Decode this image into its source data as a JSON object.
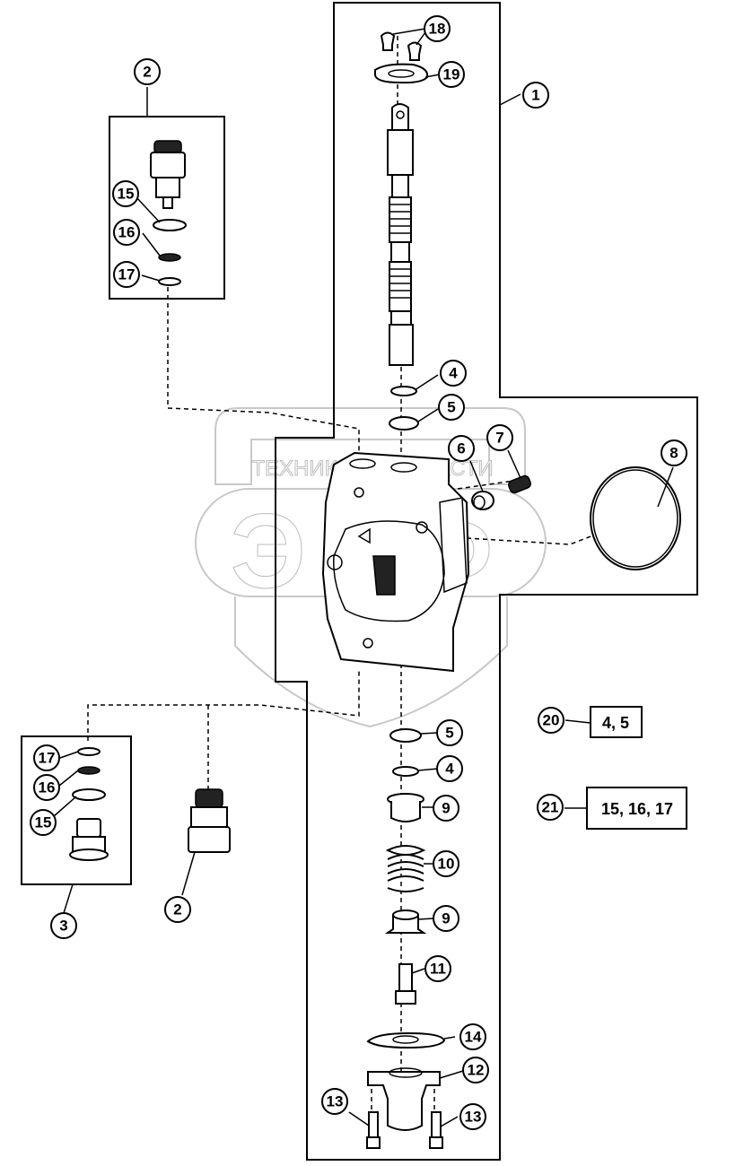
{
  "watermark": {
    "caption": "ТЕХНИКА И ЗАПЧАСТИ",
    "logo_letters": "ЭТФ"
  },
  "callouts": {
    "c1": "1",
    "c2_top": "2",
    "c2_bottom": "2",
    "c3": "3",
    "c4_top": "4",
    "c4_bottom": "4",
    "c5_top": "5",
    "c5_bottom": "5",
    "c6": "6",
    "c7": "7",
    "c8": "8",
    "c9_top": "9",
    "c9_bottom": "9",
    "c10": "10",
    "c11": "11",
    "c12": "12",
    "c13_left": "13",
    "c13_right": "13",
    "c14": "14",
    "c15_top": "15",
    "c15_bottom": "15",
    "c16_top": "16",
    "c16_bottom": "16",
    "c17_top": "17",
    "c17_bottom": "17",
    "c18": "18",
    "c19": "19",
    "c20": "20",
    "c21": "21"
  },
  "kits": [
    {
      "number": "20",
      "contents": "4, 5"
    },
    {
      "number": "21",
      "contents": "15, 16, 17"
    }
  ]
}
